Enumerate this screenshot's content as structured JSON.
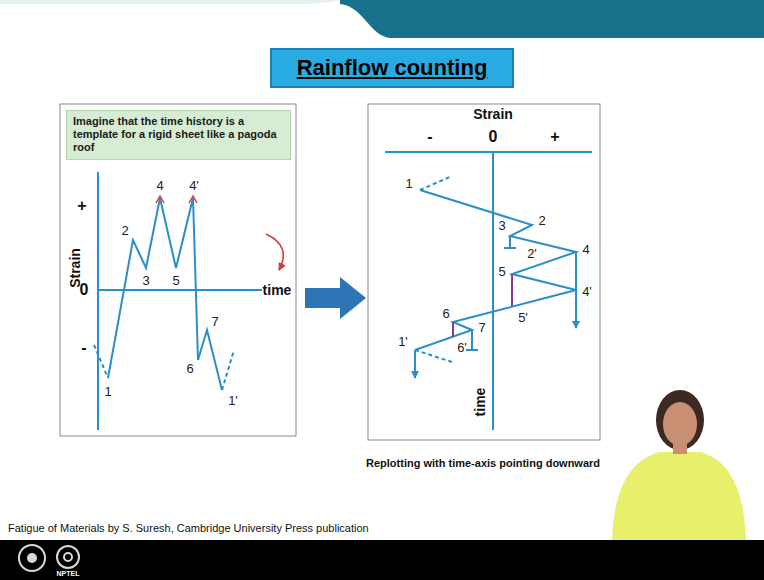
{
  "diagram": {
    "title": "Rainflow counting",
    "caption": "Fatigue of Materials by S. Suresh, Cambridge University Press publication",
    "nodes": [
      {
        "text": [
          "Imagine that the time history is a template for a rigid sheet like a pagoda roof"
        ]
      }
    ],
    "labels": [
      "+",
      "Strain",
      "0",
      "-",
      "time",
      "1",
      "2",
      "3",
      "4",
      "5",
      "4'",
      "7",
      "6",
      "1'",
      "Strain",
      "-",
      "0",
      "+",
      "1",
      "2",
      "3",
      "2'",
      "4",
      "5",
      "4'",
      "5'",
      "6",
      "7",
      "6'",
      "1'",
      "time",
      "Replotting with time-axis pointing downward",
      "NPTEL"
    ]
  }
}
